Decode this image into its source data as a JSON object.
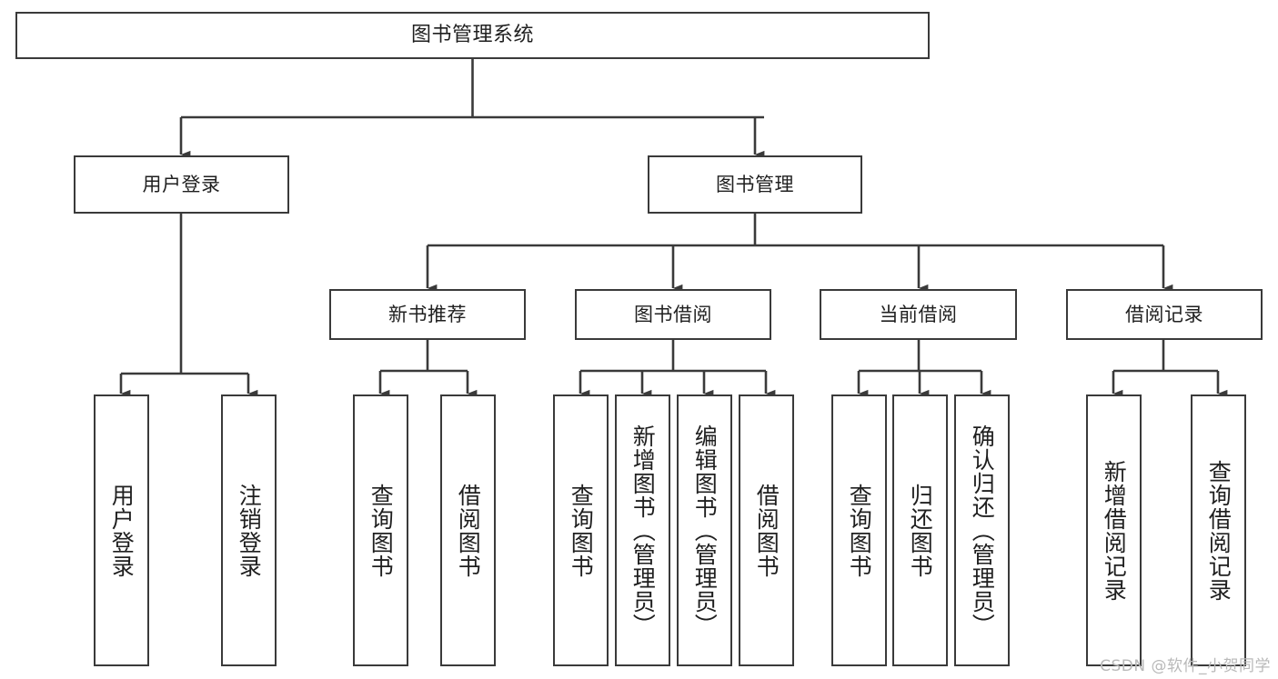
{
  "diagram": {
    "type": "tree",
    "title": "图书管理系统",
    "orientation": "top-down",
    "stroke_color": "#3a3a3a",
    "fill_color": "#ffffff",
    "text_color": "#1f1f1f"
  },
  "nodes": {
    "root": {
      "label": "图书管理系统"
    },
    "level1": [
      {
        "label": "用户登录"
      },
      {
        "label": "图书管理"
      }
    ],
    "level2": [
      {
        "label": "新书推荐"
      },
      {
        "label": "图书借阅"
      },
      {
        "label": "当前借阅"
      },
      {
        "label": "借阅记录"
      }
    ],
    "leaves": {
      "user_login": [
        {
          "label": "用户登录"
        },
        {
          "label": "注销登录"
        }
      ],
      "new_book_recommend": [
        {
          "label": "查询图书"
        },
        {
          "label": "借阅图书"
        }
      ],
      "book_borrow": [
        {
          "label": "查询图书"
        },
        {
          "label": "新增图书（管理员）"
        },
        {
          "label": "编辑图书（管理员）"
        },
        {
          "label": "借阅图书"
        }
      ],
      "current_borrow": [
        {
          "label": "查询图书"
        },
        {
          "label": "归还图书"
        },
        {
          "label": "确认归还（管理员）"
        }
      ],
      "borrow_record": [
        {
          "label": "新增借阅记录"
        },
        {
          "label": "查询借阅记录"
        }
      ]
    }
  },
  "watermark": {
    "text": "CSDN @软件_小贺同学",
    "color": "#b9b9b9"
  }
}
